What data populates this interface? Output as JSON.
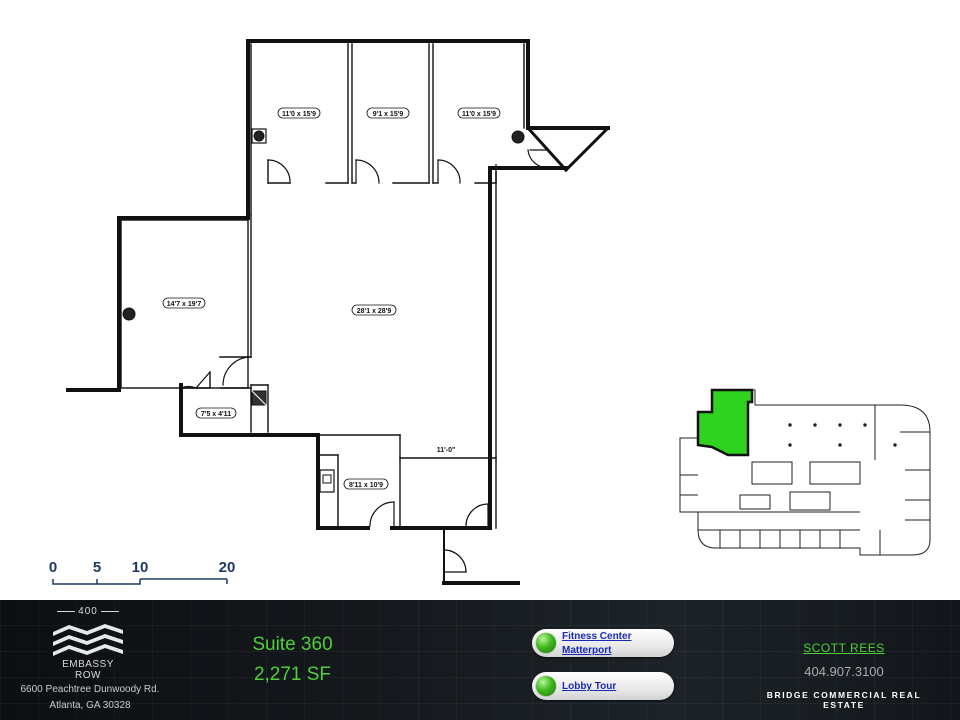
{
  "rooms": [
    {
      "id": "office-a",
      "dims": "11'0 x 15'9"
    },
    {
      "id": "office-b",
      "dims": "9'1 x 15'9"
    },
    {
      "id": "office-c",
      "dims": "11'0 x 15'9"
    },
    {
      "id": "office-left",
      "dims": "14'7 x 19'7"
    },
    {
      "id": "open-area",
      "dims": "28'1 x 28'9"
    },
    {
      "id": "closet",
      "dims": "7'5 x 4'11"
    },
    {
      "id": "kitchen",
      "dims": "8'11 x 10'9"
    }
  ],
  "corridor_dim": "11'-0\"",
  "scale": {
    "labels": [
      "0",
      "5",
      "10",
      "20"
    ]
  },
  "building": {
    "name_top": "400",
    "name_bottom": "EMBASSY ROW"
  },
  "address": {
    "line1": "6600 Peachtree Dunwoody Rd.",
    "line2": "Atlanta, GA  30328"
  },
  "suite": {
    "name": "Suite 360",
    "area": "2,271 SF"
  },
  "links": {
    "fitness_line1": "Fitness Center",
    "fitness_line2": "Matterport",
    "lobby": "Lobby Tour"
  },
  "agent": {
    "name": "SCOTT  REES",
    "phone": "404.907.3100",
    "company": "BRIDGE COMMERCIAL REAL ESTATE"
  },
  "colors": {
    "highlight": "#2ed31f",
    "footer_green": "#4fcf3a",
    "link_blue": "#1a2ab8"
  }
}
